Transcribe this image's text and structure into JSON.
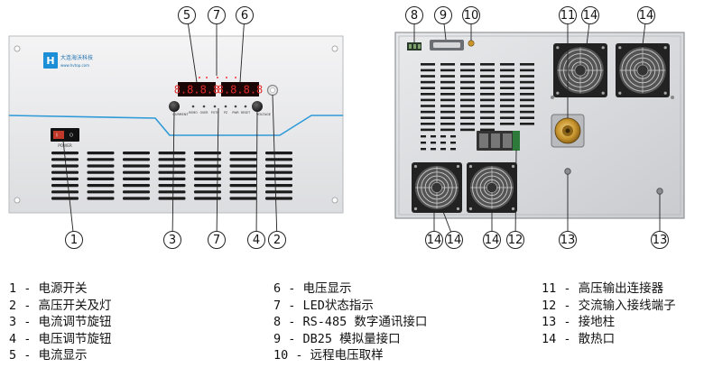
{
  "front_panel": {
    "brand_name": "大连海沃科技",
    "brand_url": "www.hvtop.com",
    "power_label": "POWER",
    "current_knob_label": "CURRENT",
    "voltage_knob_label": "VOLTAGE",
    "current_display": "8.8.8.8",
    "voltage_display": "8.8.8.8",
    "led_labels": [
      "REMO",
      "OVER",
      "POTS",
      "PZ",
      "PWR",
      "RESET"
    ]
  },
  "callouts": {
    "front_top": [
      "5",
      "7",
      "6"
    ],
    "front_bottom": [
      "1",
      "3",
      "7",
      "4",
      "2"
    ],
    "rear_top": [
      "8",
      "9",
      "10",
      "11",
      "14",
      "14"
    ],
    "rear_bottom": [
      "14",
      "14",
      "14",
      "12",
      "13",
      "13"
    ]
  },
  "legend": {
    "col1": [
      "1 - 电源开关",
      "2 - 高压开关及灯",
      "3 - 电流调节旋钮",
      "4 - 电压调节旋钮",
      "5 - 电流显示"
    ],
    "col2": [
      "6 - 电压显示",
      "7 - LED状态指示",
      "8 - RS-485 数字通讯接口",
      "9 - DB25 模拟量接口",
      "10 - 远程电压取样"
    ],
    "col3": [
      "11 - 高压输出连接器",
      "12 - 交流输入接线端子",
      "13 - 接地柱",
      "14 - 散热口"
    ]
  }
}
